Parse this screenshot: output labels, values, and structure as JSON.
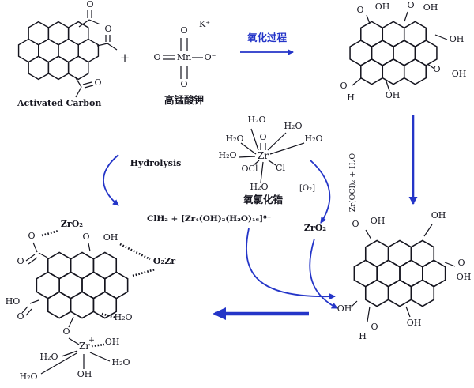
{
  "colors": {
    "arrow_blue": "#2435c8",
    "ink": "#15151f",
    "background": "#ffffff"
  },
  "sym": {
    "o": "O",
    "oh": "OH",
    "ho": "HO",
    "h": "H",
    "h2o": "H₂O",
    "zr": "Zr",
    "mn": "Mn",
    "cl": "Cl",
    "ocl": "OCl",
    "k_plus": "K⁺",
    "o_minus": "O⁻",
    "plus": "+",
    "zr_charge": "+",
    "zro2": "ZrO₂",
    "o2zr": "O₂Zr"
  },
  "labels": {
    "activated_carbon": "Activated Carbon",
    "kmno4_name": "高锰酸钾",
    "oxidation_process": "氧化过程",
    "zr_complex_name": "氧氯化锆",
    "hydrolysis": "Hydrolysis",
    "hydrolysis_product": "ClH₂ + [Zr₄(OH)₂(H₂O)₁₆]⁸⁺",
    "o2": "[O₂]",
    "zrocl2_h2o": "Zr(OCl)₂ + H₂O",
    "zro2": "ZrO₂"
  }
}
